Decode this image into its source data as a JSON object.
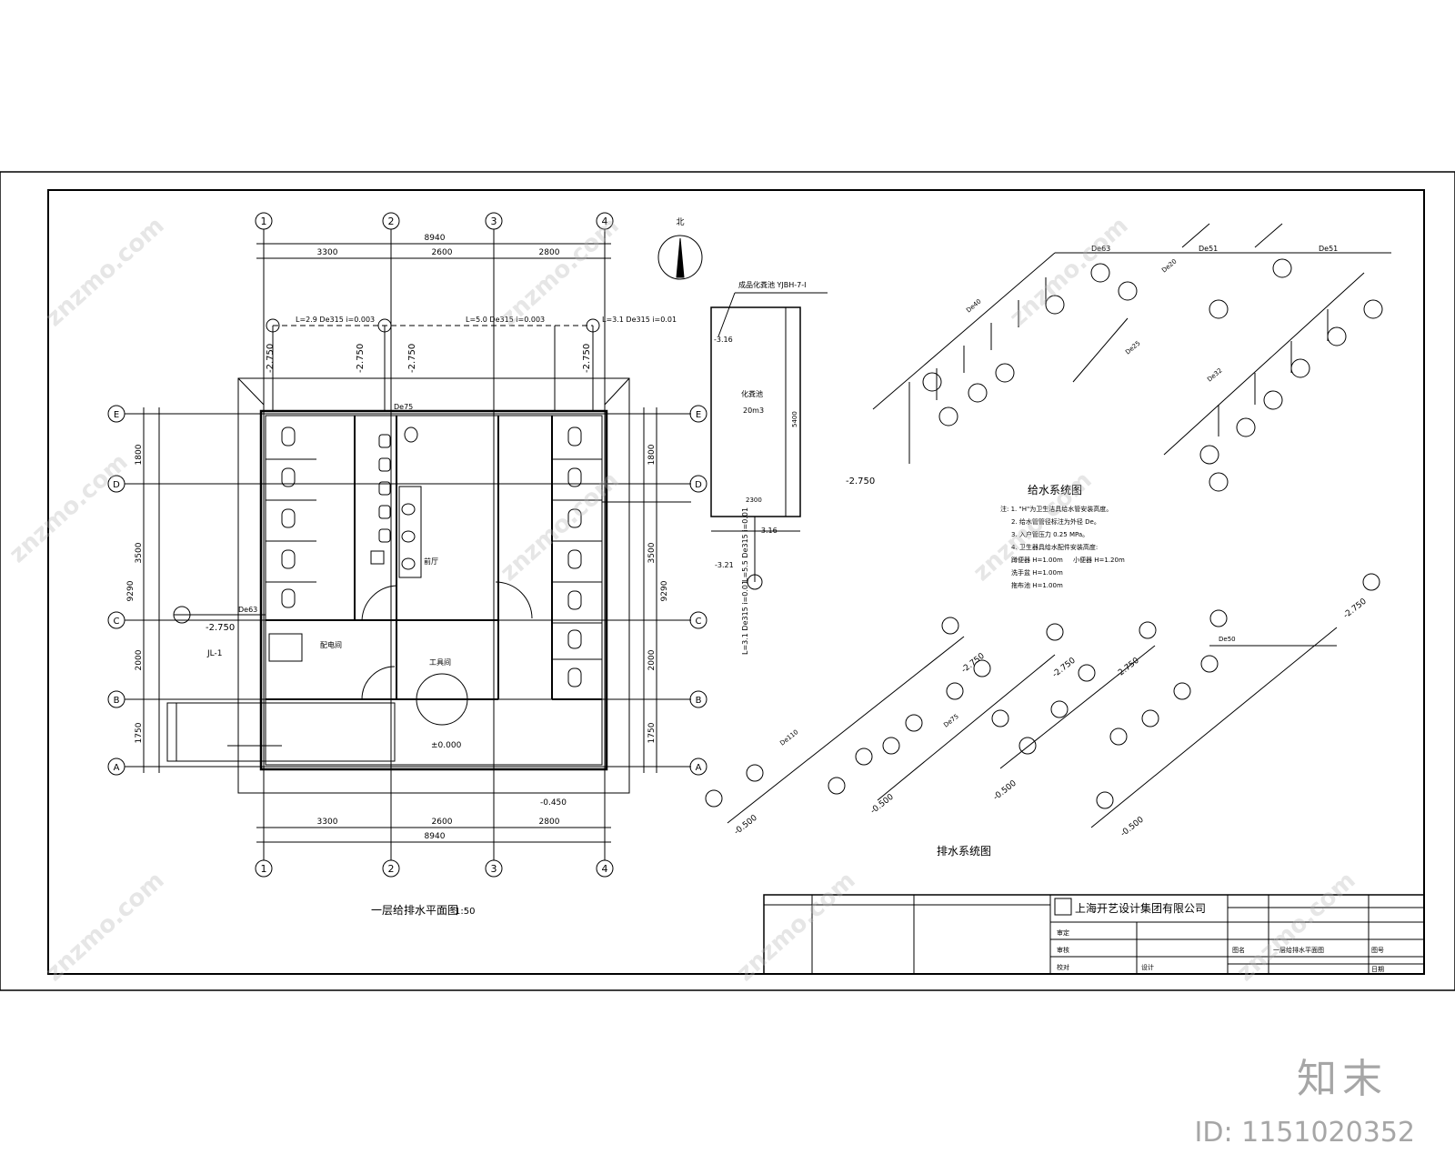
{
  "plan": {
    "title": "一层给排水平面图",
    "scale": "1:50",
    "axes_numbers": [
      "1",
      "2",
      "3",
      "4"
    ],
    "axes_letters": [
      "E",
      "D",
      "C",
      "B",
      "A"
    ],
    "dims_top": [
      "3300",
      "2600",
      "2800"
    ],
    "dim_total": "8940",
    "dims_side": [
      "1800",
      "3500",
      "2000",
      "1750"
    ],
    "side_total": "9290",
    "level_000": "±0.000",
    "level_m045": "-0.450",
    "level_m2750": "-2.750",
    "room_lobby": "前厅",
    "room_equipment": "配电间",
    "room_tool": "工具间",
    "jl": "JL-1",
    "pipe_notes": [
      "L=2.9 De315 i=0.003",
      "L=5.0 De315 i=0.003",
      "L=3.1 De315 i=0.01"
    ],
    "de75": "De75",
    "de63": "De63"
  },
  "tank": {
    "callout": "成品化粪池 YJBH-7-I",
    "label": "化粪池",
    "volume": "20m3",
    "l2": "L=5.5 De315 i=0.01",
    "l3": "L=3.1 De315 i=0.01",
    "level1": "-3.16",
    "level2": "-3.21",
    "width": "2300",
    "height": "5400"
  },
  "supply": {
    "title": "给水系统图",
    "notes": [
      "注: 1. \"H\"为卫生洁具给水管安装高度。",
      "2. 给水管管径标注为外径 De。",
      "3. 入户管压力 0.25 MPa。",
      "4. 卫生器具给水配件安装高度:"
    ],
    "h1": "蹲便器 H=1.00m",
    "h2": "洗手盆 H=1.00m",
    "h3": "拖布池 H=1.00m",
    "h4": "小便器 H=1.20m",
    "pipes": [
      "De63",
      "De51",
      "De51",
      "De40",
      "De32",
      "De25",
      "De20"
    ]
  },
  "drain": {
    "title": "排水系统图",
    "pipes": [
      "De110",
      "De75",
      "De50"
    ],
    "levels": [
      "-0.500",
      "-2.750"
    ]
  },
  "titleblock": {
    "company": "上海开艺设计集团有限公司",
    "drawing": "一层给排水平面图",
    "labels": [
      "审定",
      "审核",
      "校对",
      "设计",
      "图名",
      "图号",
      "日期"
    ]
  },
  "brand": "知末",
  "id": "ID: 1151020352",
  "north": "北",
  "watermark": "znzmo.com"
}
